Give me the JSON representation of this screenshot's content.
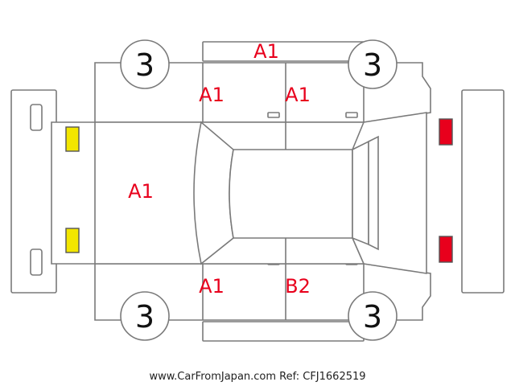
{
  "colors": {
    "damage_code": "#e8001c",
    "front_lamp": "#f2e600",
    "rear_lamp": "#e8001c",
    "outline": "#7a7a7a"
  },
  "wheels": {
    "front_left": "3",
    "rear_left": "3",
    "front_right": "3",
    "rear_right": "3"
  },
  "codes": {
    "roof_side_upper": "A1",
    "front_door_upper": "A1",
    "rear_door_upper": "A1",
    "hood": "A1",
    "front_door_lower": "A1",
    "rear_door_lower": "B2"
  },
  "footer": "www.CarFromJapan.com Ref: CFJ1662519"
}
